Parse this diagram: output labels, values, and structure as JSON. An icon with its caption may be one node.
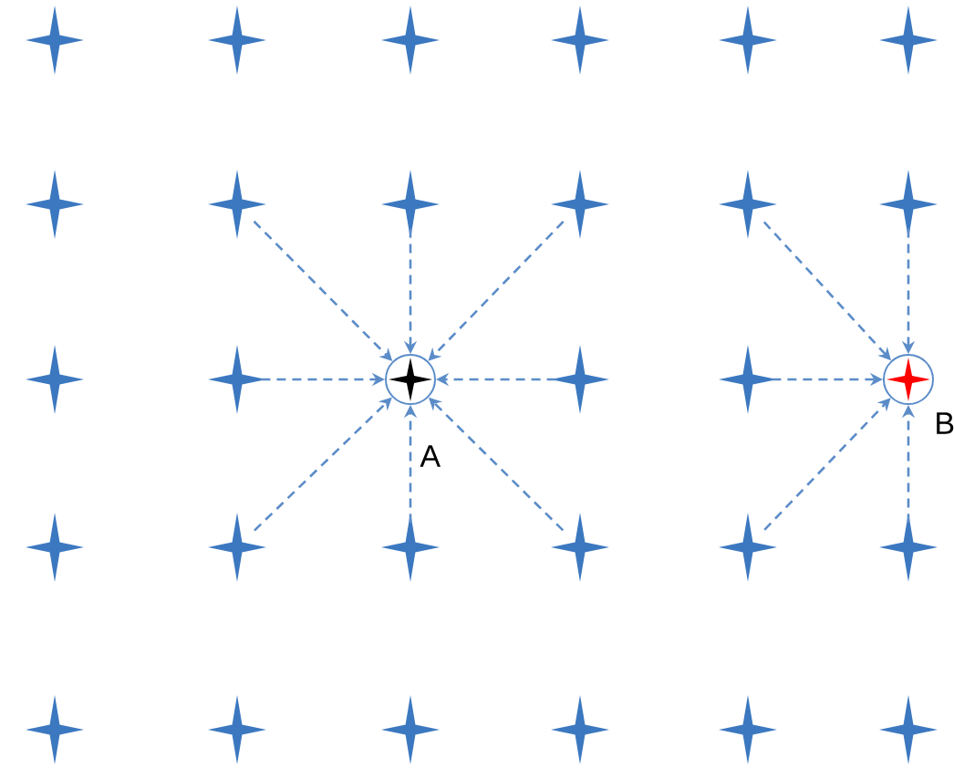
{
  "diagram": {
    "nodes": [
      {
        "text": [],
        "shape": "star"
      },
      {
        "text": [],
        "shape": "star"
      },
      {
        "text": [],
        "shape": "star"
      },
      {
        "text": [],
        "shape": "star"
      },
      {
        "text": [],
        "shape": "star"
      },
      {
        "text": [],
        "shape": "star"
      },
      {
        "text": [],
        "shape": "star"
      },
      {
        "text": [],
        "shape": "star"
      },
      {
        "text": [],
        "shape": "star"
      },
      {
        "text": [],
        "shape": "star"
      },
      {
        "text": [],
        "shape": "star"
      },
      {
        "text": [],
        "shape": "star"
      },
      {
        "text": [],
        "shape": "star"
      },
      {
        "text": [],
        "shape": "star"
      },
      {
        "text": [],
        "shape": "star",
        "beside": [
          "A"
        ]
      },
      {
        "text": [],
        "shape": "star"
      },
      {
        "text": [],
        "shape": "star"
      },
      {
        "text": [],
        "shape": "star",
        "beside": [
          "B"
        ]
      },
      {
        "text": [],
        "shape": "star"
      },
      {
        "text": [],
        "shape": "star"
      },
      {
        "text": [],
        "shape": "star"
      },
      {
        "text": [],
        "shape": "star"
      },
      {
        "text": [],
        "shape": "star"
      },
      {
        "text": [],
        "shape": "star"
      },
      {
        "text": [],
        "shape": "star"
      },
      {
        "text": [],
        "shape": "star"
      },
      {
        "text": [],
        "shape": "star"
      },
      {
        "text": [],
        "shape": "star"
      },
      {
        "text": [],
        "shape": "star"
      },
      {
        "text": [],
        "shape": "star"
      }
    ],
    "edges": [
      {
        "from": 7,
        "to": 14,
        "arrow": "to",
        "style": "dashed"
      },
      {
        "from": 8,
        "to": 14,
        "arrow": "to",
        "style": "dashed"
      },
      {
        "from": 9,
        "to": 14,
        "arrow": "to",
        "style": "dashed"
      },
      {
        "from": 13,
        "to": 14,
        "arrow": "to",
        "style": "dashed"
      },
      {
        "from": 15,
        "to": 14,
        "arrow": "to",
        "style": "dashed"
      },
      {
        "from": 19,
        "to": 14,
        "arrow": "to",
        "style": "dashed"
      },
      {
        "from": 20,
        "to": 14,
        "arrow": "to",
        "style": "dashed"
      },
      {
        "from": 21,
        "to": 14,
        "arrow": "to",
        "style": "dashed"
      },
      {
        "from": 10,
        "to": 17,
        "arrow": "to",
        "style": "dashed"
      },
      {
        "from": 11,
        "to": 17,
        "arrow": "to",
        "style": "dashed"
      },
      {
        "from": 16,
        "to": 17,
        "arrow": "to",
        "style": "dashed"
      },
      {
        "from": 22,
        "to": 17,
        "arrow": "to",
        "style": "dashed"
      },
      {
        "from": 23,
        "to": 17,
        "arrow": "to",
        "style": "dashed"
      }
    ]
  }
}
